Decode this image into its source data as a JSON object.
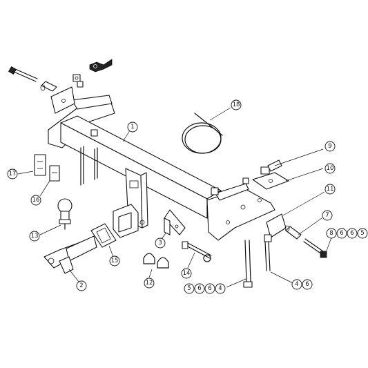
{
  "callouts": [
    {
      "id": "1",
      "digits": [
        "1"
      ]
    },
    {
      "id": "2",
      "digits": [
        "2"
      ]
    },
    {
      "id": "3",
      "digits": [
        "3"
      ]
    },
    {
      "id": "4-6",
      "digits": [
        "4",
        "6"
      ]
    },
    {
      "id": "5664",
      "digits": [
        "5",
        "6",
        "6",
        "4"
      ]
    },
    {
      "id": "7",
      "digits": [
        "7"
      ]
    },
    {
      "id": "8665",
      "digits": [
        "8",
        "6",
        "6",
        "5"
      ]
    },
    {
      "id": "9",
      "digits": [
        "9"
      ]
    },
    {
      "id": "10",
      "digits": [
        "10"
      ]
    },
    {
      "id": "11",
      "digits": [
        "11"
      ]
    },
    {
      "id": "12",
      "digits": [
        "12"
      ]
    },
    {
      "id": "13",
      "digits": [
        "13"
      ]
    },
    {
      "id": "14",
      "digits": [
        "14"
      ]
    },
    {
      "id": "15",
      "digits": [
        "15"
      ]
    },
    {
      "id": "16",
      "digits": [
        "16"
      ]
    },
    {
      "id": "17",
      "digits": [
        "17"
      ]
    },
    {
      "id": "18",
      "digits": [
        "18"
      ]
    }
  ],
  "colors": {
    "line": "#111111",
    "background": "#ffffff"
  }
}
